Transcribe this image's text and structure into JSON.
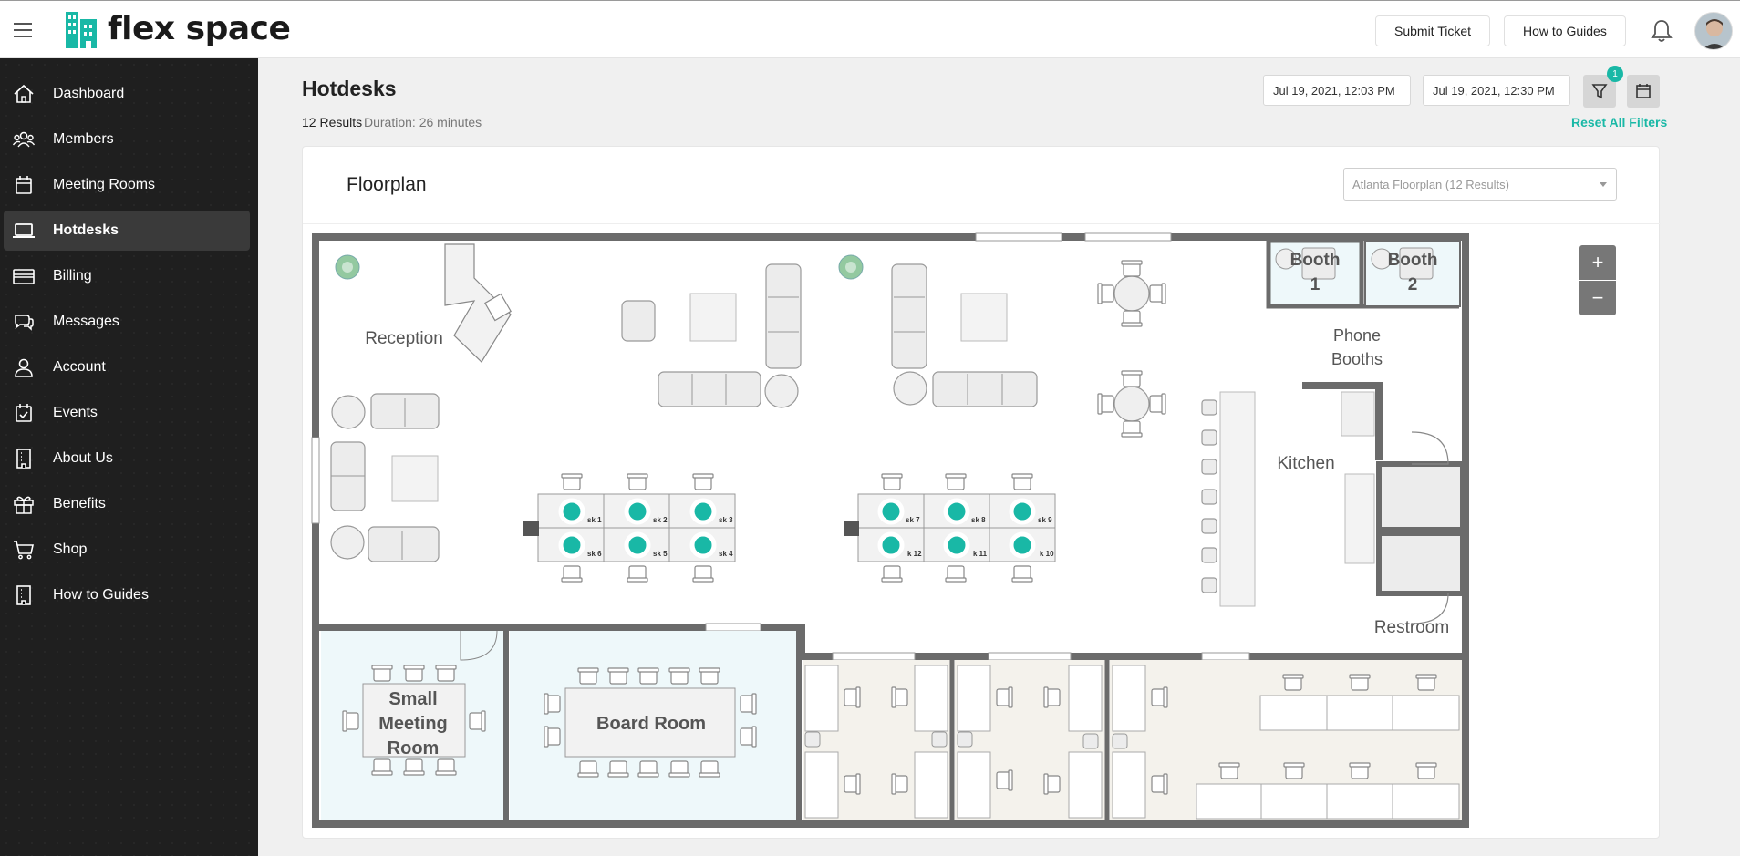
{
  "app": {
    "logo_text": "flex space",
    "brand_color": "#19b8a6"
  },
  "header": {
    "submit_ticket": "Submit Ticket",
    "how_to_guides": "How to Guides"
  },
  "sidebar": {
    "items": [
      {
        "label": "Dashboard",
        "icon": "home-icon"
      },
      {
        "label": "Members",
        "icon": "members-icon"
      },
      {
        "label": "Meeting Rooms",
        "icon": "calendar-icon"
      },
      {
        "label": "Hotdesks",
        "icon": "laptop-icon",
        "active": true
      },
      {
        "label": "Billing",
        "icon": "credit-card-icon"
      },
      {
        "label": "Messages",
        "icon": "chat-icon"
      },
      {
        "label": "Account",
        "icon": "user-icon"
      },
      {
        "label": "Events",
        "icon": "calendar-check-icon"
      },
      {
        "label": "About Us",
        "icon": "building-icon"
      },
      {
        "label": "Benefits",
        "icon": "gift-icon"
      },
      {
        "label": "Shop",
        "icon": "cart-icon"
      },
      {
        "label": "How to Guides",
        "icon": "building-icon"
      }
    ]
  },
  "main": {
    "title": "Hotdesks",
    "results": "12 Results",
    "duration": "Duration: 26 minutes",
    "start_date": "Jul 19, 2021, 12:03 PM",
    "end_date": "Jul 19, 2021, 12:30 PM",
    "filter_count": "1",
    "reset_filters": "Reset All Filters"
  },
  "floorplan": {
    "title": "Floorplan",
    "selected_plan": "Atlanta Floorplan (12 Results)",
    "zoom_in": "+",
    "zoom_out": "−",
    "rooms": {
      "reception": "Reception",
      "booth1_a": "Booth",
      "booth1_b": "1",
      "booth2_a": "Booth",
      "booth2_b": "2",
      "phone_booths_a": "Phone",
      "phone_booths_b": "Booths",
      "kitchen": "Kitchen",
      "restroom": "Restroom",
      "small_meeting_a": "Small",
      "small_meeting_b": "Meeting",
      "small_meeting_c": "Room",
      "board_room": "Board Room"
    },
    "desk_labels": [
      "sk 1",
      "sk 2",
      "sk 3",
      "sk 6",
      "sk 5",
      "sk 4",
      "sk 7",
      "sk 8",
      "sk 9",
      "k 12",
      "k 11",
      "k 10"
    ]
  }
}
